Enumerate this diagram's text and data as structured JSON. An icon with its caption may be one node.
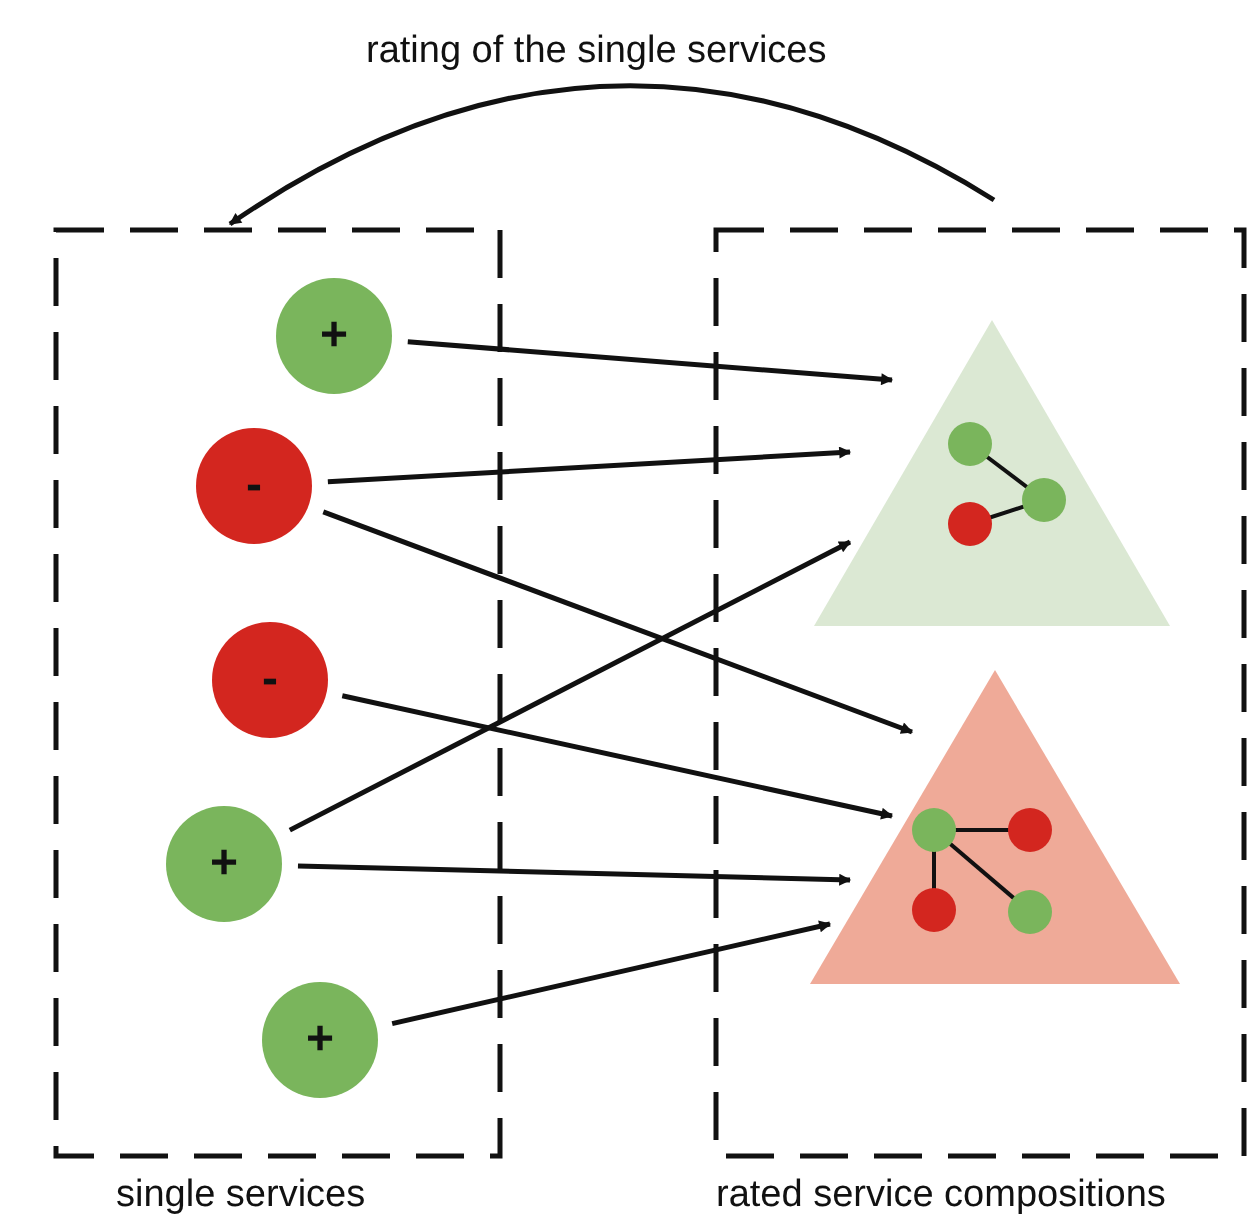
{
  "diagram": {
    "nodes": [
      {
        "text": [
          "single services"
        ]
      },
      {
        "text": [
          "rated service compositions"
        ]
      },
      {
        "text": [
          "+"
        ],
        "in": 0
      },
      {
        "text": [
          "-"
        ],
        "in": 0
      },
      {
        "text": [
          "-"
        ],
        "in": 0
      },
      {
        "text": [
          "+"
        ],
        "in": 0
      },
      {
        "text": [
          "+"
        ],
        "in": 0
      },
      {
        "text": [],
        "shape": "triangle",
        "in": 1
      },
      {
        "text": [],
        "shape": "triangle",
        "in": 1
      }
    ],
    "edges": [
      {
        "from": 1,
        "to": 0,
        "arrow": "to",
        "label": "rating of the single services"
      },
      {
        "from": 2,
        "to": 7,
        "arrow": "to"
      },
      {
        "from": 3,
        "to": 7,
        "arrow": "to"
      },
      {
        "from": 3,
        "to": 8,
        "arrow": "to"
      },
      {
        "from": 4,
        "to": 8,
        "arrow": "to"
      },
      {
        "from": 5,
        "to": 7,
        "arrow": "to"
      },
      {
        "from": 5,
        "to": 8,
        "arrow": "to"
      },
      {
        "from": 6,
        "to": 8,
        "arrow": "to"
      }
    ]
  }
}
